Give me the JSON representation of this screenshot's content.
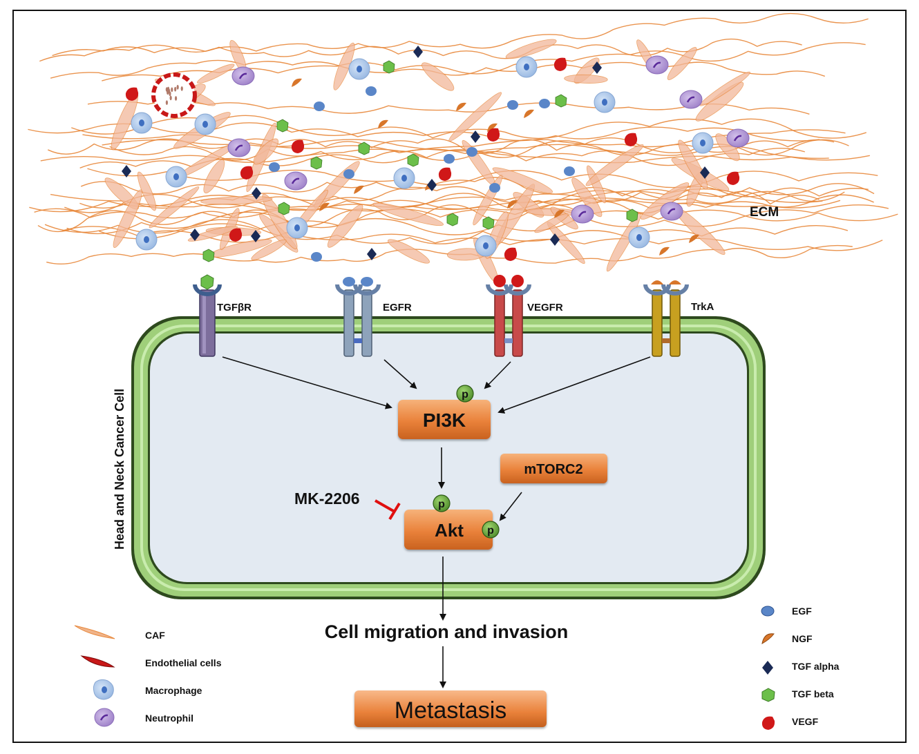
{
  "ecm_label": "ECM",
  "cell_label": "Head and Neck Cancer Cell",
  "receptors": {
    "tgfbr": "TGFβR",
    "egfr": "EGFR",
    "vegfr": "VEGFR",
    "trka": "TrkA"
  },
  "nodes": {
    "pi3k": "PI3K",
    "mtorc2": "mTORC2",
    "akt": "Akt",
    "phospho": "p",
    "inhibitor": "MK-2206"
  },
  "outcomes": {
    "migration": "Cell migration and invasion",
    "metastasis": "Metastasis"
  },
  "legend_left": [
    {
      "label": "CAF",
      "icon": "caf-icon"
    },
    {
      "label": "Endothelial cells",
      "icon": "endothelial-cell-icon"
    },
    {
      "label": "Macrophage",
      "icon": "macrophage-icon"
    },
    {
      "label": "Neutrophil",
      "icon": "neutrophil-icon"
    }
  ],
  "legend_right": [
    {
      "label": "EGF",
      "icon": "egf-icon"
    },
    {
      "label": "NGF",
      "icon": "ngf-icon"
    },
    {
      "label": "TGF alpha",
      "icon": "tgf-alpha-icon"
    },
    {
      "label": "TGF beta",
      "icon": "tgf-beta-icon"
    },
    {
      "label": "VEGF",
      "icon": "vegf-icon"
    }
  ],
  "colors": {
    "fiber": "#e8873a",
    "membrane": "#9fcf7a",
    "cytoplasm": "#e3eaf2",
    "node": "#e9813a",
    "inhibitor": "#e01010",
    "egf": "#5a86c8",
    "ngf": "#d8762a",
    "tgf_alpha": "#1a2a55",
    "tgf_beta": "#6cbf4a",
    "vegf": "#d01818",
    "macrophage": "#a9c6ea",
    "neutrophil": "#b59ad6"
  }
}
